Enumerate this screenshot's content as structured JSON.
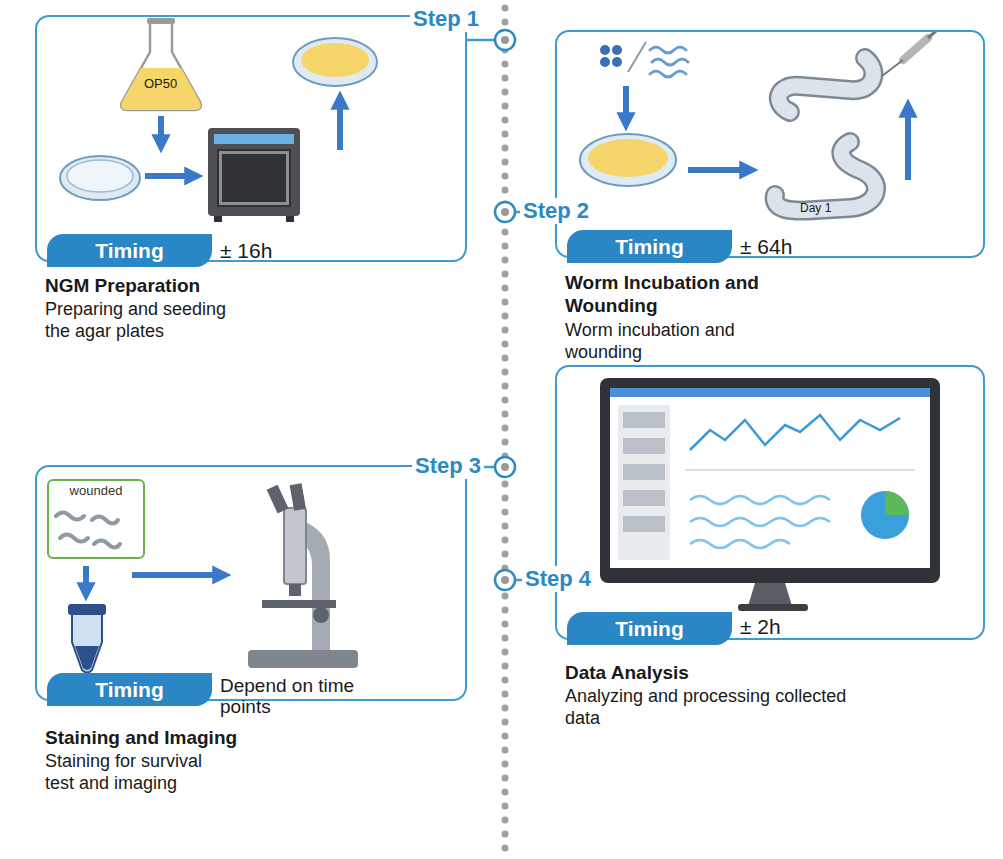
{
  "diagram": {
    "nodes": [
      {
        "text": [
          "Step 1"
        ]
      },
      {
        "text": [
          "Timing"
        ],
        "in": 0
      },
      {
        "text": [
          "Step 2"
        ]
      },
      {
        "text": [
          "Timing"
        ],
        "in": 2
      },
      {
        "text": [
          "Step 3"
        ]
      },
      {
        "text": [
          "wounded"
        ],
        "in": 4
      },
      {
        "text": [
          "Timing"
        ],
        "in": 4
      },
      {
        "text": [
          "Step 4"
        ]
      },
      {
        "text": [
          "Timing"
        ],
        "in": 7
      }
    ],
    "labels": [
      "OP50",
      "Day 1",
      "± 16h",
      "NGM Preparation",
      "Preparing and seeding the agar plates",
      "± 64h",
      "Worm Incubation and Wounding",
      "Worm incubation and wounding",
      "Depend on time points",
      "Staining and Imaging",
      "Staining for survival test and imaging",
      "± 2h",
      "Data Analysis",
      "Analyzing and processing collected data"
    ]
  }
}
